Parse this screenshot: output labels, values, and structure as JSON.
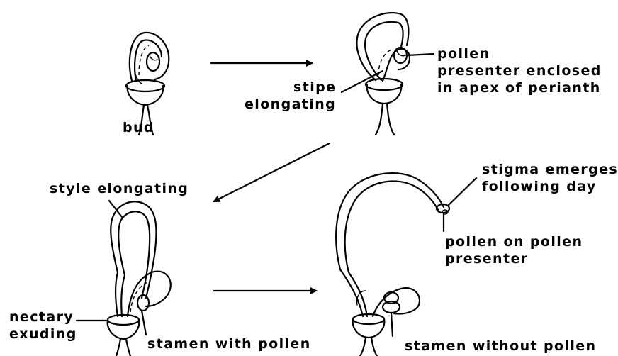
{
  "labels": {
    "bud": "bud",
    "pollen": "pollen",
    "presenter_enclosed": "presenter enclosed",
    "apex_of_perianth": "in apex of perianth",
    "stipe": "stipe",
    "elongating": "elongating",
    "style_elongating": "style elongating",
    "stigma_emerges": "stigma emerges",
    "following_day": "following day",
    "pollen_on_pollen": "pollen on pollen",
    "presenter": "presenter",
    "nectary": "nectary",
    "exuding": "exuding",
    "stamen_with_pollen": "stamen with pollen",
    "stamen_without_pollen": "stamen without pollen"
  }
}
